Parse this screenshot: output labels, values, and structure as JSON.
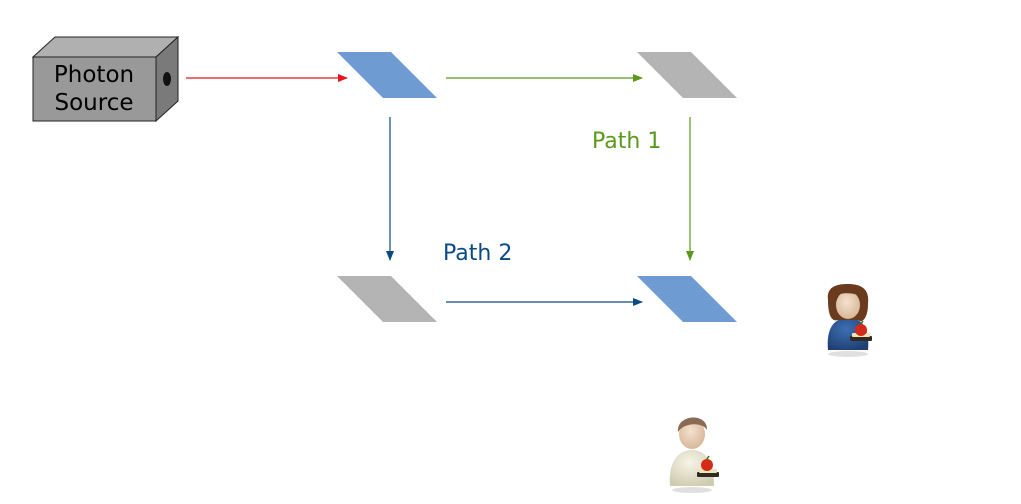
{
  "source": {
    "line1": "Photon",
    "line2": "Source"
  },
  "labels": {
    "path1": "Path 1",
    "path2": "Path 2"
  },
  "colors": {
    "beam_in": "#e8141c",
    "path1": "#5a9a1a",
    "path2": "#0a4a84",
    "beam_splitter": "#6e9bd2",
    "mirror": "#b4b4b4",
    "source_front": "#999999",
    "source_top": "#b0b0b0",
    "source_side": "#7a7a7a"
  },
  "components": {
    "beam_splitters": [
      "input-beam-splitter",
      "output-beam-splitter"
    ],
    "mirrors": [
      "upper-mirror",
      "lower-mirror"
    ],
    "observers": [
      "observer-woman-icon",
      "observer-man-icon"
    ]
  }
}
